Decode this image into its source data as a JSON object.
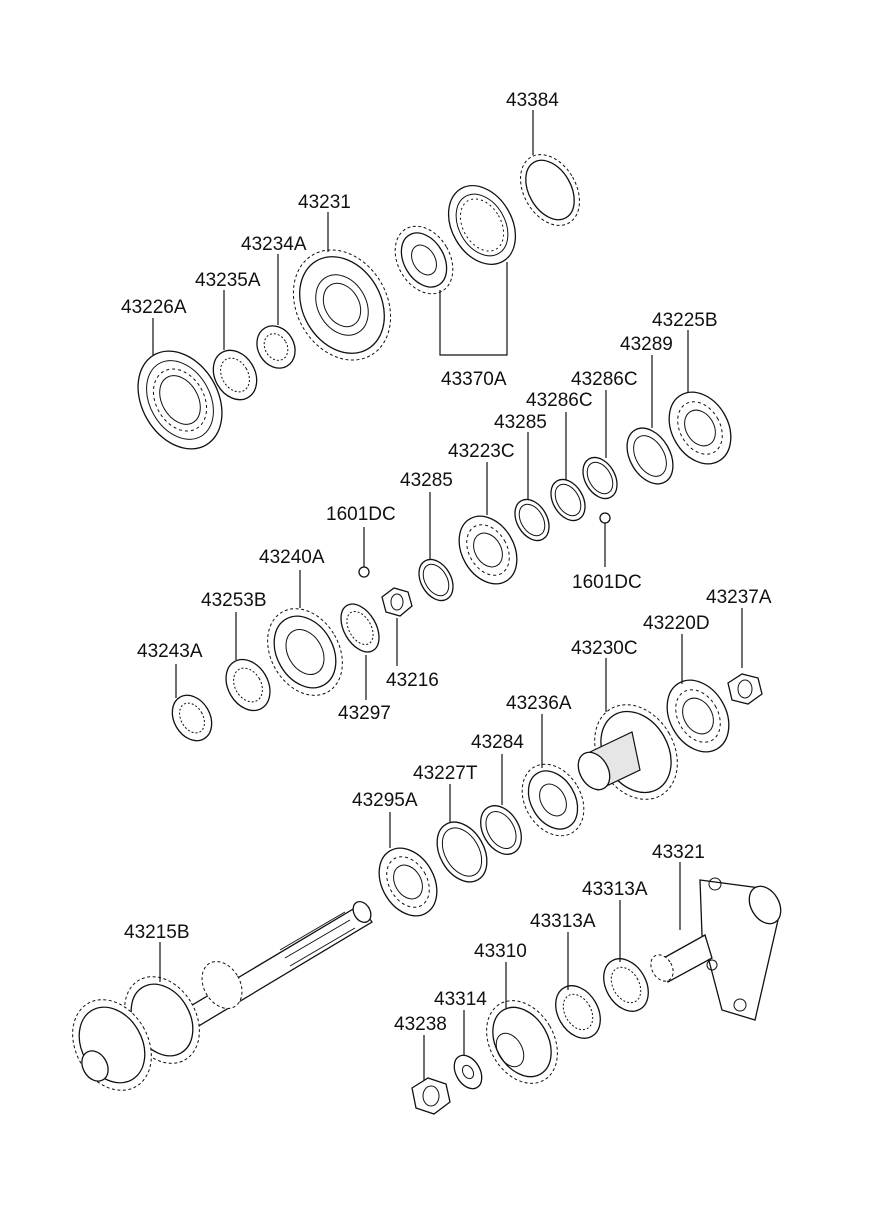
{
  "labels": {
    "l43384": "43384",
    "l43231": "43231",
    "l43234A": "43234A",
    "l43235A": "43235A",
    "l43226A": "43226A",
    "l43370A": "43370A",
    "l43225B": "43225B",
    "l43289": "43289",
    "l43286C_a": "43286C",
    "l43286C_b": "43286C",
    "l43285_a": "43285",
    "l43223C": "43223C",
    "l43285_b": "43285",
    "l1601DC_a": "1601DC",
    "l1601DC_b": "1601DC",
    "l43240A": "43240A",
    "l43253B": "43253B",
    "l43243A": "43243A",
    "l43216": "43216",
    "l43297": "43297",
    "l43237A": "43237A",
    "l43220D": "43220D",
    "l43230C": "43230C",
    "l43236A": "43236A",
    "l43284": "43284",
    "l43227T": "43227T",
    "l43295A": "43295A",
    "l43321": "43321",
    "l43313A_a": "43313A",
    "l43313A_b": "43313A",
    "l43310": "43310",
    "l43314": "43314",
    "l43238": "43238",
    "l43215B": "43215B"
  }
}
